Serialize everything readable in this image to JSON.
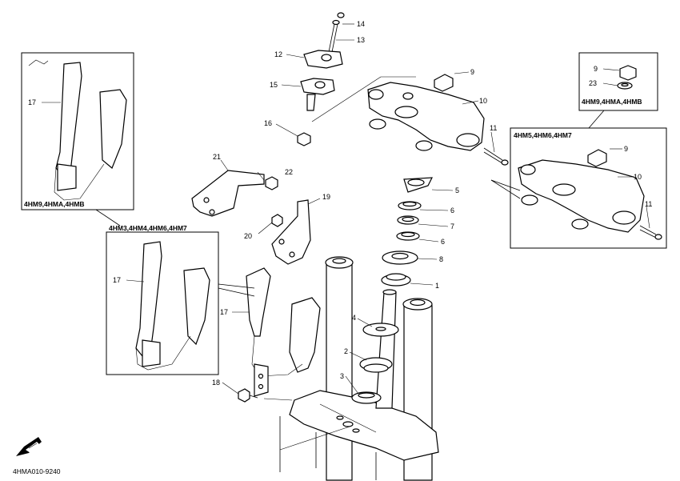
{
  "diagram": {
    "drawing_code": "4HMA010-9240",
    "callouts": {
      "c1": "1",
      "c2": "2",
      "c3": "3",
      "c4": "4",
      "c5": "5",
      "c6a": "6",
      "c6b": "6",
      "c7": "7",
      "c8": "8",
      "c9_main": "9",
      "c9_box": "9",
      "c9_right": "9",
      "c10_main": "10",
      "c10_right": "10",
      "c11_main": "11",
      "c11_right": "11",
      "c12": "12",
      "c13": "13",
      "c14": "14",
      "c15": "15",
      "c16": "16",
      "c17_left": "17",
      "c17_mid": "17",
      "c17_center": "17",
      "c18": "18",
      "c19": "19",
      "c20": "20",
      "c21": "21",
      "c22": "22",
      "c23": "23"
    },
    "boxes": {
      "top_left_models": "4HM9,4HMA,4HMB",
      "mid_left_models": "4HM3,4HM4,4HM6,4HM7",
      "top_right_models": "4HM9,4HMA,4HMB",
      "mid_right_models": "4HM5,4HM6,4HM7"
    }
  }
}
